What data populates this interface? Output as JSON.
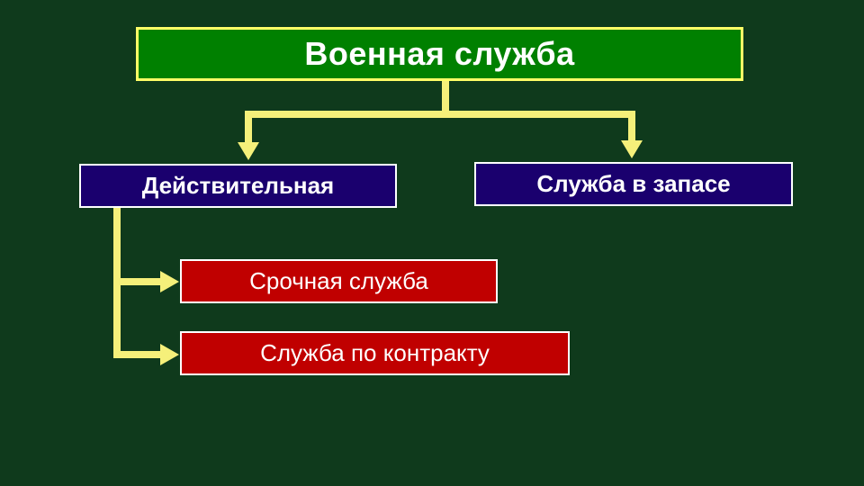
{
  "diagram": {
    "root": {
      "label": "Военная служба"
    },
    "branches": [
      {
        "label": "Действительная"
      },
      {
        "label": "Служба в запасе"
      }
    ],
    "sub_branches": [
      {
        "label": "Срочная служба"
      },
      {
        "label": "Служба по контракту"
      }
    ],
    "colors": {
      "background": "#0f3a1c",
      "connector": "#f5f07a",
      "root_fill": "#008000",
      "root_border": "#ffff66",
      "branch_fill": "#1a006e",
      "sub_branch_fill": "#c00000",
      "text": "#ffffff"
    }
  }
}
